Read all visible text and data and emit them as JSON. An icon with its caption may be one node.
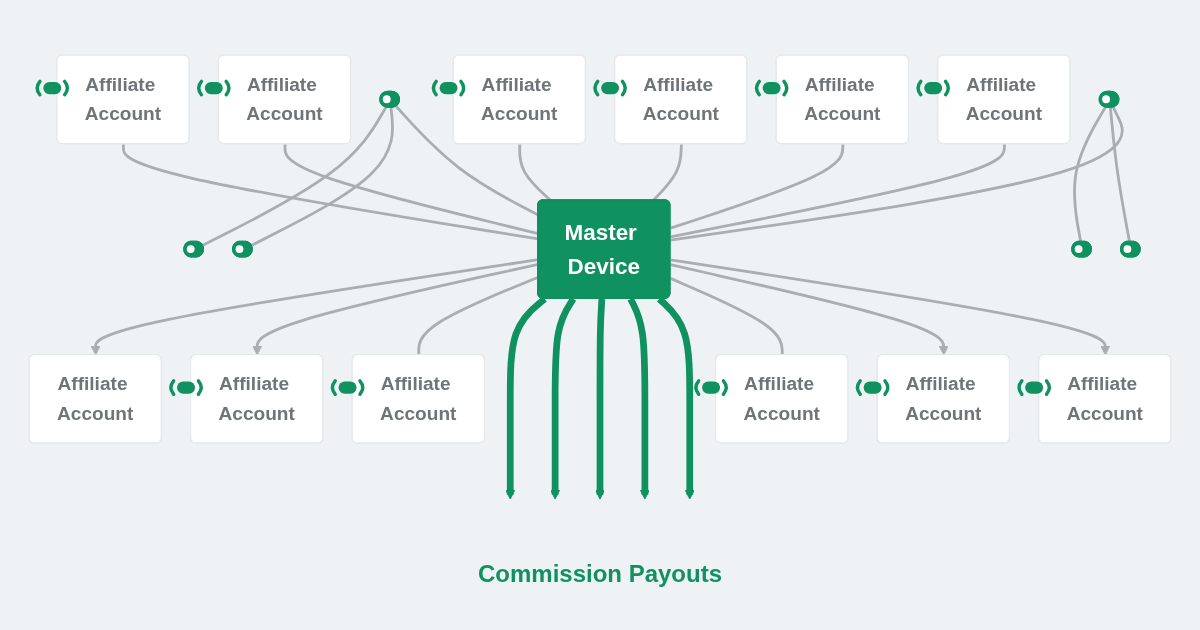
{
  "diagram": {
    "nodes": [
      {
        "text": [
          "Affiliate Account"
        ]
      },
      {
        "text": [
          "Affiliate Account"
        ]
      },
      {
        "text": [
          "Affiliate Account"
        ]
      },
      {
        "text": [
          "Affiliate Account"
        ]
      },
      {
        "text": [
          "Affiliate Account"
        ]
      },
      {
        "text": [
          "Affiliate Account"
        ]
      },
      {
        "text": [],
        "shape": "pill"
      },
      {
        "text": [],
        "shape": "pill"
      },
      {
        "text": [],
        "shape": "pill"
      },
      {
        "text": [
          "Master Device"
        ]
      },
      {
        "text": [],
        "shape": "pill"
      },
      {
        "text": [],
        "shape": "pill"
      },
      {
        "text": [],
        "shape": "pill"
      },
      {
        "text": [
          "Affiliate Account"
        ]
      },
      {
        "text": [
          "Affiliate Account"
        ]
      },
      {
        "text": [
          "Affiliate Account"
        ]
      },
      {
        "text": [
          "Affiliate Account"
        ]
      },
      {
        "text": [
          "Affiliate Account"
        ]
      },
      {
        "text": [
          "Affiliate Account"
        ]
      }
    ],
    "edges": [
      {
        "from": 0,
        "to": 9,
        "arrow": "none"
      },
      {
        "from": 1,
        "to": 9,
        "arrow": "none"
      },
      {
        "from": 2,
        "to": 9,
        "arrow": "none"
      },
      {
        "from": 3,
        "to": 9,
        "arrow": "none"
      },
      {
        "from": 4,
        "to": 9,
        "arrow": "none"
      },
      {
        "from": 5,
        "to": 9,
        "arrow": "none"
      },
      {
        "from": 7,
        "to": 6,
        "arrow": "none"
      },
      {
        "from": 7,
        "to": 8,
        "arrow": "none"
      },
      {
        "from": 7,
        "to": 9,
        "arrow": "none"
      },
      {
        "from": 11,
        "to": 10,
        "arrow": "none"
      },
      {
        "from": 11,
        "to": 12,
        "arrow": "none"
      },
      {
        "from": 11,
        "to": 9,
        "arrow": "none"
      },
      {
        "from": 9,
        "to": 13,
        "arrow": "to"
      },
      {
        "from": 9,
        "to": 14,
        "arrow": "to"
      },
      {
        "from": 9,
        "to": 15,
        "arrow": "none"
      },
      {
        "from": 9,
        "to": null,
        "arrow": "to",
        "style": "thick",
        "color": "#0f9160"
      },
      {
        "from": 9,
        "to": null,
        "arrow": "to",
        "style": "thick",
        "color": "#0f9160"
      },
      {
        "from": 9,
        "to": null,
        "arrow": "to",
        "style": "thick",
        "color": "#0f9160"
      },
      {
        "from": 9,
        "to": null,
        "arrow": "to",
        "style": "thick",
        "color": "#0f9160"
      },
      {
        "from": 9,
        "to": null,
        "arrow": "to",
        "style": "thick",
        "color": "#0f9160"
      },
      {
        "from": 9,
        "to": 16,
        "arrow": "none"
      },
      {
        "from": 9,
        "to": 17,
        "arrow": "to"
      },
      {
        "from": 9,
        "to": 18,
        "arrow": "to"
      }
    ],
    "labels": [
      "Commission Payouts"
    ]
  }
}
